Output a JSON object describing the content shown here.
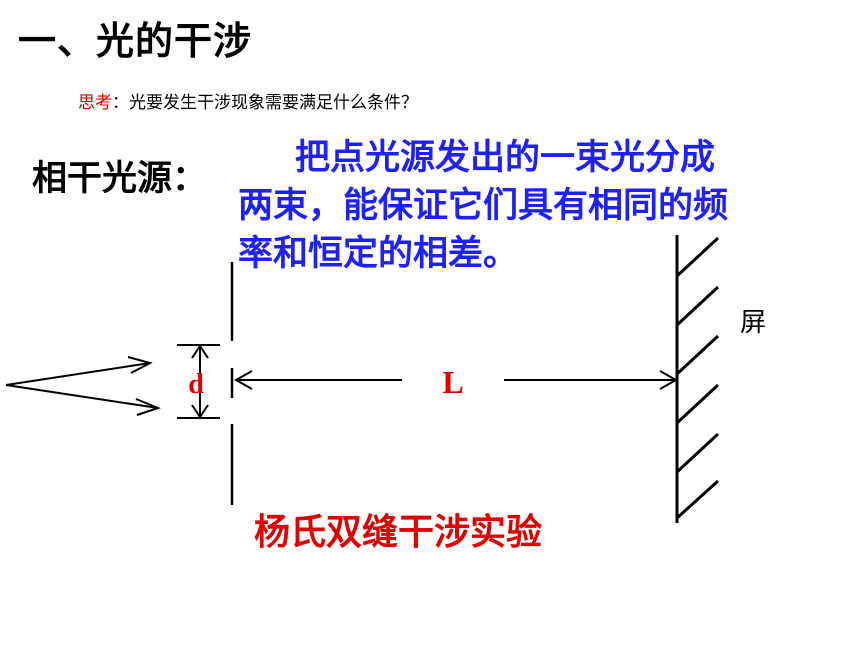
{
  "slide": {
    "title": "一、光的干涉",
    "question_label": "思考",
    "question_text": "：光要发生干涉现象需要满足什么条件？",
    "coherent_label": "相干光源：",
    "explanation_lines": [
      "把点光源发出的一束光分成",
      "两束，能保证它们具有相同的频",
      "率和恒定的相差。"
    ],
    "experiment_title": "杨氏双缝干涉实验"
  },
  "diagram": {
    "d_label": "d",
    "L_label": "L",
    "screen_label": "屏",
    "colors": {
      "blue_text": "#1f20ff",
      "red_text": "#e00000",
      "line": "#000000"
    }
  }
}
